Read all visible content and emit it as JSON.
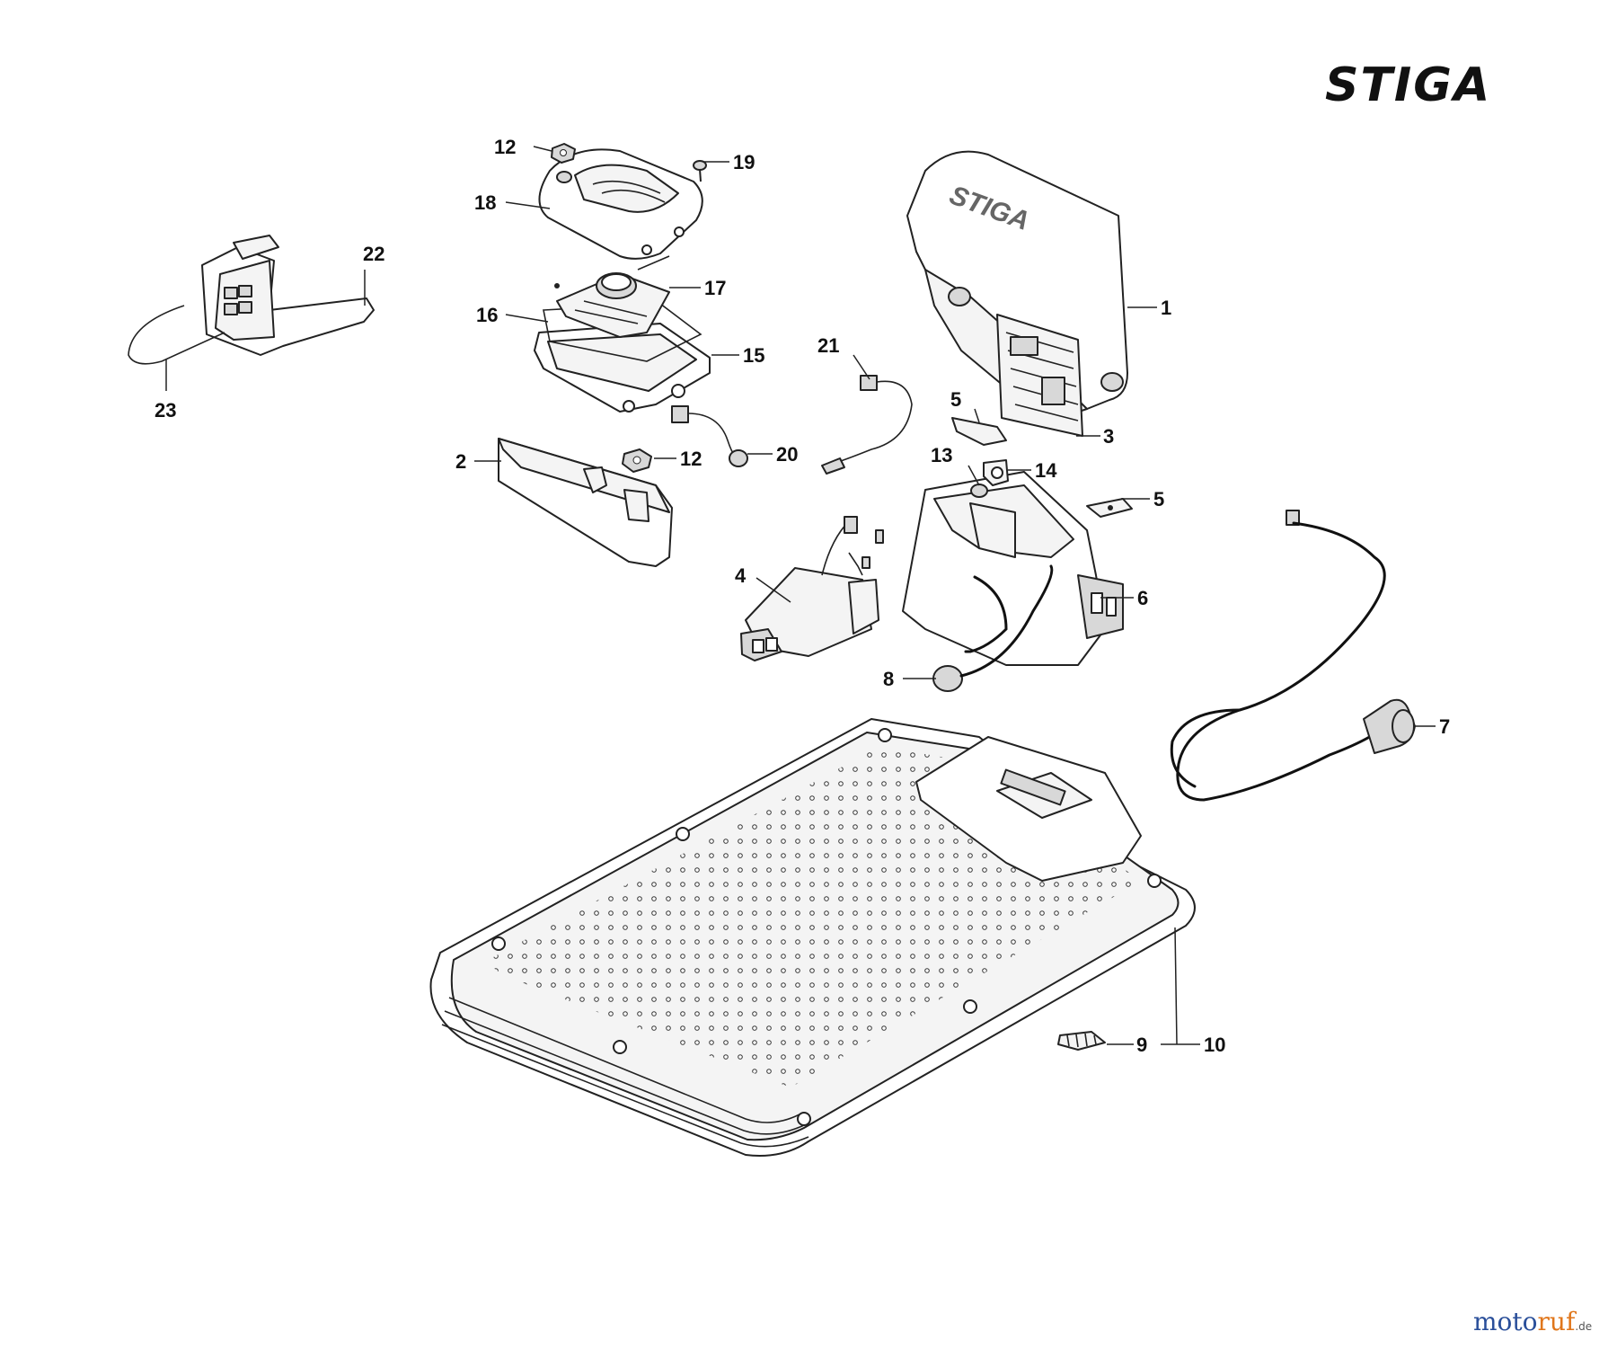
{
  "brand": {
    "logo": "STIGA",
    "cover_marking": "STIGA"
  },
  "watermark": {
    "part1": "moto",
    "part2": "ruf",
    "suffix": ".de"
  },
  "callouts": {
    "c1": "1",
    "c2": "2",
    "c3": "3",
    "c4": "4",
    "c5a": "5",
    "c5b": "5",
    "c6": "6",
    "c7": "7",
    "c8": "8",
    "c9": "9",
    "c10": "10",
    "c12a": "12",
    "c12b": "12",
    "c13": "13",
    "c14": "14",
    "c15": "15",
    "c16": "16",
    "c17": "17",
    "c18": "18",
    "c19": "19",
    "c20": "20",
    "c21": "21",
    "c22": "22",
    "c23": "23"
  }
}
